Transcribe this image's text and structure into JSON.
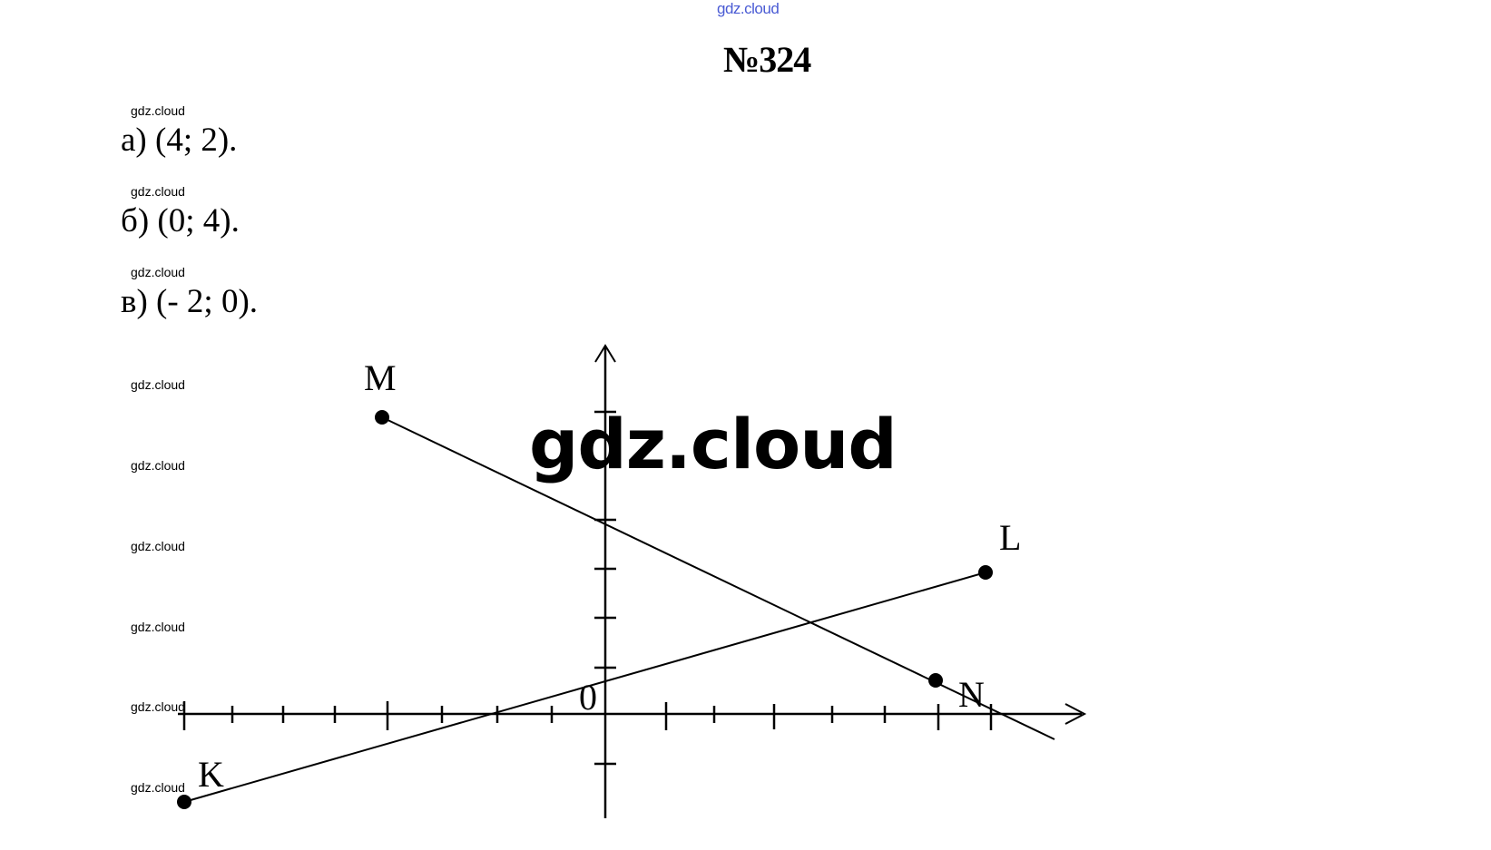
{
  "header": {
    "site_watermark": "gdz.cloud",
    "task_number": "№324"
  },
  "answers": [
    {
      "watermark": "gdz.cloud",
      "text": "а) (4; 2)."
    },
    {
      "watermark": "gdz.cloud",
      "text": "б) (0; 4)."
    },
    {
      "watermark": "gdz.cloud",
      "text": "в) (- 2; 0)."
    }
  ],
  "graph": {
    "big_watermark": "gdz.cloud",
    "side_watermarks": [
      "gdz.cloud",
      "gdz.cloud",
      "gdz.cloud",
      "gdz.cloud",
      "gdz.cloud",
      "gdz.cloud"
    ],
    "origin_label": "0",
    "points": {
      "M": {
        "label": "M",
        "x": -4,
        "y": 6
      },
      "N": {
        "label": "N",
        "x": 6,
        "y": 1
      },
      "K": {
        "label": "K",
        "x": -8,
        "y": -2
      },
      "L": {
        "label": "L",
        "x": 7,
        "y": 3
      }
    }
  }
}
